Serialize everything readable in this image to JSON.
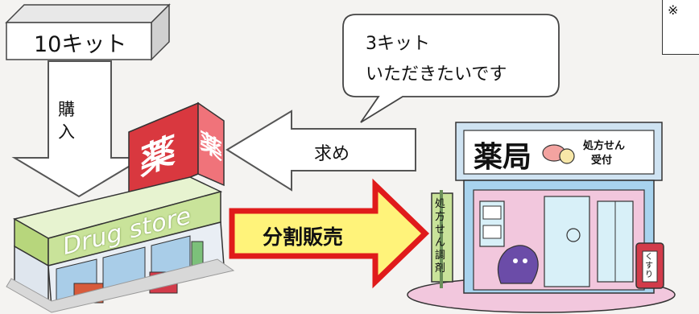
{
  "diagram": {
    "top_box_label": "10キット",
    "down_arrow_label": "購\n入",
    "speech_bubble": {
      "line1": "3キット",
      "line2": "いただきたいです"
    },
    "left_arrow_label": "求め",
    "right_arrow_label": "分割販売",
    "note_marker": "※",
    "drugstore": {
      "sign_char": "薬",
      "sign_char_side": "薬",
      "banner_text": "Drug store"
    },
    "pharmacy": {
      "sign_text": "薬局",
      "sign_sub_line1": "処方せん",
      "sign_sub_line2": "受付",
      "side_banner_text": "処方せん調剤",
      "small_sign_text": "くすり"
    }
  },
  "colors": {
    "drugstore_sign_red": "#d9383f",
    "drugstore_body_green": "#c9e39a",
    "pharmacy_wall_blue": "#a8d3ee",
    "pharmacy_pink": "#f2c7dd",
    "sale_arrow_red": "#e01b1b",
    "sale_arrow_fill": "#fff37a"
  }
}
